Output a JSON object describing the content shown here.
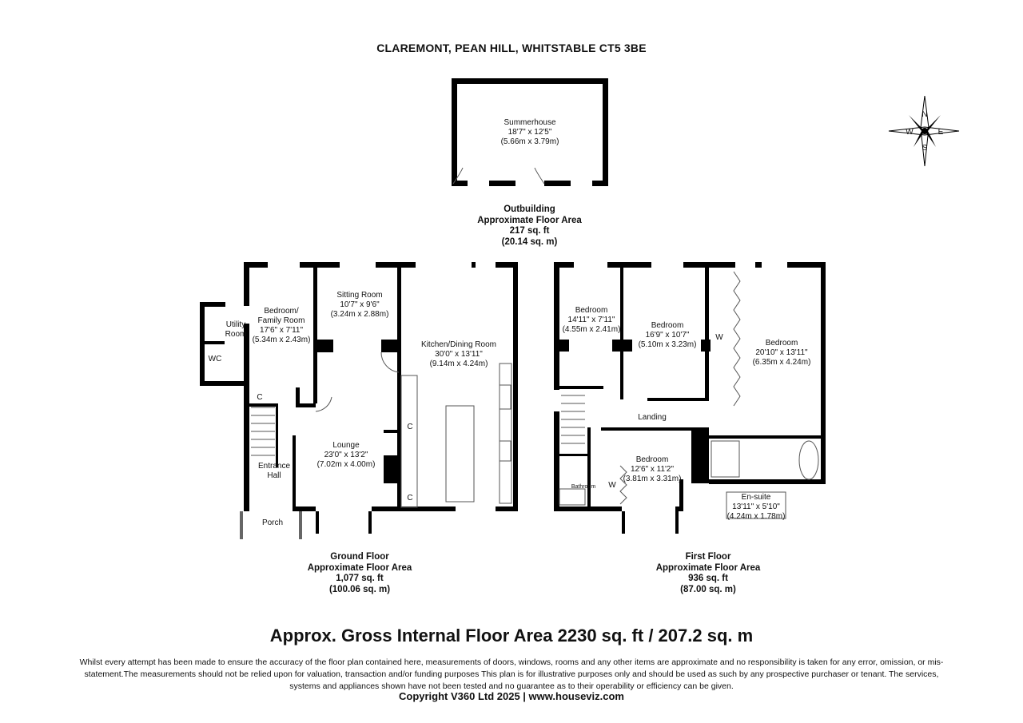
{
  "title": "CLAREMONT, PEAN HILL, WHITSTABLE CT5 3BE",
  "outbuilding": {
    "room": [
      "Summerhouse",
      "18'7\" x 12'5\"",
      "(5.66m x 3.79m)"
    ],
    "area": [
      "Outbuilding",
      "Approximate Floor Area",
      "217 sq. ft",
      "(20.14 sq. m)"
    ]
  },
  "ground_floor": {
    "rooms": [
      [
        "Bedroom/",
        "Family Room",
        "17'6\" x 7'11\"",
        "(5.34m x 2.43m)"
      ],
      [
        "Sitting Room",
        "10'7\" x 9'6\"",
        "(3.24m x 2.88m)"
      ],
      [
        "Kitchen/Dining Room",
        "30'0\" x 13'11\"",
        "(9.14m x 4.24m)"
      ],
      [
        "Utility",
        "Room"
      ],
      [
        "WC"
      ],
      [
        "Lounge",
        "23'0\" x 13'2\"",
        "(7.02m x 4.00m)"
      ],
      [
        "Entrance",
        "Hall"
      ],
      [
        "Porch"
      ],
      [
        "C"
      ],
      [
        "C"
      ],
      [
        "C"
      ]
    ],
    "area": [
      "Ground Floor",
      "Approximate Floor Area",
      "1,077 sq. ft",
      "(100.06 sq. m)"
    ]
  },
  "first_floor": {
    "rooms": [
      [
        "Bedroom",
        "14'11\" x 7'11\"",
        "(4.55m x 2.41m)"
      ],
      [
        "Bedroom",
        "16'9\" x 10'7\"",
        "(5.10m x 3.23m)"
      ],
      [
        "Bedroom",
        "20'10\" x 13'11\"",
        "(6.35m x 4.24m)"
      ],
      [
        "Landing"
      ],
      [
        "Bedroom",
        "12'6\" x 11'2\"",
        "(3.81m x 3.31m)"
      ],
      [
        "Bathroom"
      ],
      [
        "W"
      ],
      [
        "W"
      ],
      [
        "En-suite",
        "13'11\" x 5'10\"",
        "(4.24m x 1.78m)"
      ]
    ],
    "area": [
      "First Floor",
      "Approximate Floor Area",
      "936 sq. ft",
      "(87.00 sq. m)"
    ]
  },
  "compass": {
    "n": "N",
    "e": "E",
    "s": "S",
    "w": "W"
  },
  "gross_area": "Approx. Gross Internal Floor Area 2230 sq. ft / 207.2 sq. m",
  "disclaimer": "Whilst every attempt has been made to ensure the accuracy of the floor plan contained here, measurements of doors, windows, rooms and any other items are approximate and no responsibility is taken for any error, omission, or mis-statement.The measurements should not be relied upon for valuation, transaction and/or funding purposes This plan is for illustrative purposes only and should be used as such by any prospective purchaser or tenant. The services, systems and appliances shown have not been tested and no guarantee as to their operability or efficiency can be given.",
  "copyright": "Copyright V360 Ltd 2025 | www.houseviz.com",
  "colors": {
    "wall": "#000000",
    "background": "#ffffff",
    "fixture": "#888888"
  }
}
